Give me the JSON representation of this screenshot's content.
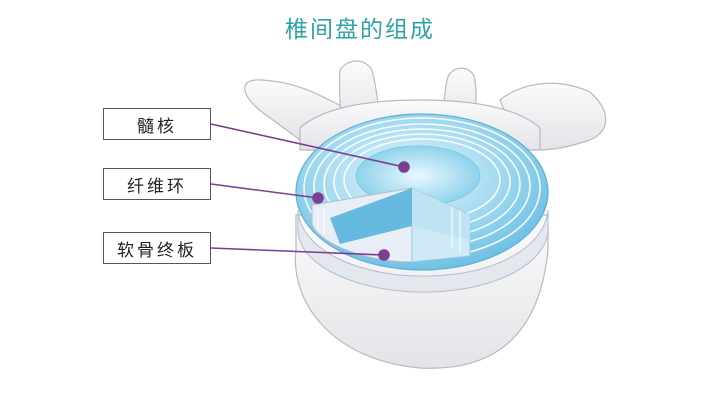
{
  "title": "椎间盘的组成",
  "labels": [
    {
      "id": "nucleus",
      "text": "髓核"
    },
    {
      "id": "annulus",
      "text": "纤维环"
    },
    {
      "id": "endplate",
      "text": "软骨终板"
    }
  ],
  "colors": {
    "title": "#2ea3a6",
    "pointer": "#7b3f91",
    "bone": "#f3f3f5",
    "disc": "#9fd7ee",
    "disc_light": "#d9f0fa",
    "disc_dark": "#5cb9de"
  }
}
